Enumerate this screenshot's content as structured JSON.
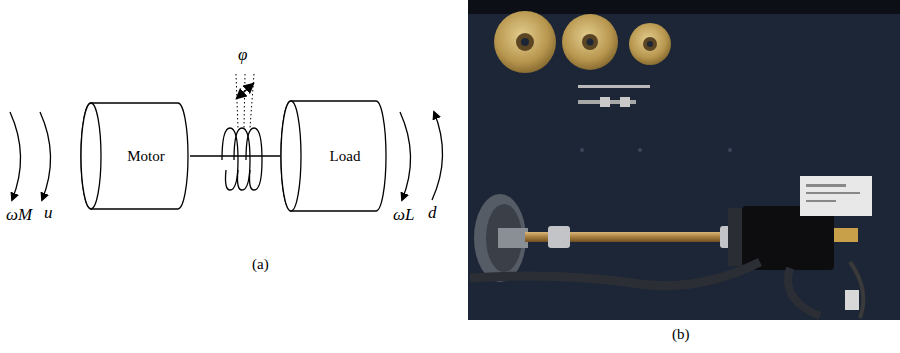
{
  "diagram": {
    "nodes": [
      {
        "text": [
          "Motor"
        ]
      },
      {
        "text": [
          "Load"
        ]
      }
    ],
    "edges": [
      {
        "from": 0,
        "to": 1,
        "arrow": "none"
      }
    ],
    "labels": [
      "ωM",
      "u",
      "φ",
      "ωL",
      "d",
      "(a)",
      "(b)"
    ]
  }
}
